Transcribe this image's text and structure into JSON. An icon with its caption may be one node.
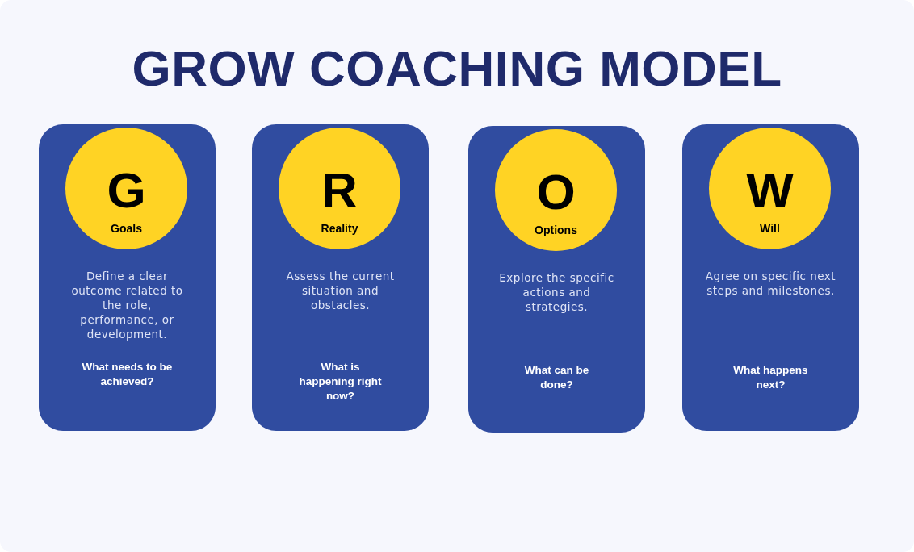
{
  "diagram": {
    "title": "GROW COACHING MODEL",
    "nodes": [
      {
        "text": [
          "Define a clear outcome related to the role, performance, or development.",
          "What needs to be achieved?"
        ]
      },
      {
        "text": [
          "G",
          "Goals"
        ],
        "in": 0
      },
      {
        "text": [
          "Assess the current situation and obstacles.",
          "What is happening right now?"
        ]
      },
      {
        "text": [
          "R",
          "Reality"
        ],
        "in": 2
      },
      {
        "text": [
          "Explore the specific actions and strategies.",
          "What can be done?"
        ]
      },
      {
        "text": [
          "O",
          "Options"
        ],
        "in": 4
      },
      {
        "text": [
          "Agree on specific next steps and milestones.",
          "What happens next?"
        ]
      },
      {
        "text": [
          "W",
          "Will"
        ],
        "in": 6
      }
    ]
  }
}
